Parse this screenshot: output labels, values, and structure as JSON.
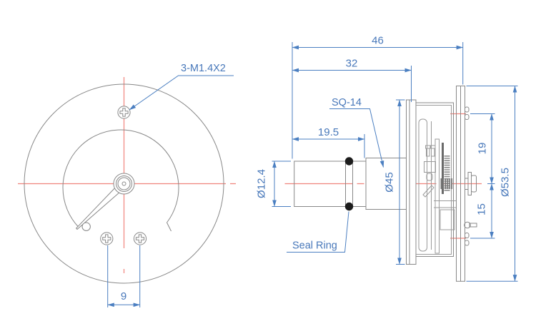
{
  "colors": {
    "dimension_blue": "#4b7fc1",
    "label_blue": "#4878ba",
    "centerline_red": "#f0837b",
    "part_line_gray": "#888888",
    "seal_ring_black": "#1c1c1c",
    "background": "#ffffff"
  },
  "front_view": {
    "screw_thread_label": "3-M1.4X2",
    "screw_spacing": "9"
  },
  "side_view": {
    "overall_length": "46",
    "body_length": "32",
    "stem_length": "19.5",
    "stem_diameter": "Ø12.4",
    "case_diameter": "Ø45",
    "flange_diameter": "Ø53.5",
    "upper_lug_offset": "19",
    "lower_lug_offset": "15",
    "square_label": "SQ-14",
    "seal_ring_label": "Seal Ring"
  }
}
